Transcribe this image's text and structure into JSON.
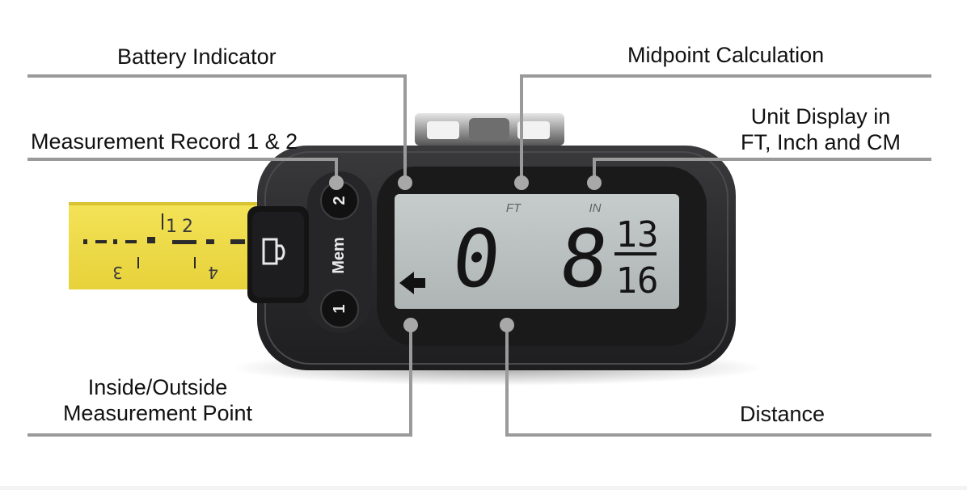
{
  "callouts": {
    "battery": "Battery Indicator",
    "midpoint": "Midpoint Calculation",
    "record": "Measurement Record 1 & 2",
    "unit_line1": "Unit Display in",
    "unit_line2": "FT, Inch and CM",
    "inside_line1": "Inside/Outside",
    "inside_line2": "Measurement Point",
    "distance": "Distance"
  },
  "device": {
    "button_top": "2",
    "button_mid": "Mem",
    "button_bottom": "1",
    "lcd_unit_ft": "FT",
    "lcd_unit_in": "IN",
    "lcd_feet": "0",
    "lcd_inches": "8",
    "lcd_fraction_num": "13",
    "lcd_fraction_den": "16",
    "lock_icon": "lock-icon",
    "arrow_icon": "arrow-left-icon"
  },
  "tape": {
    "marks": [
      "1",
      "2",
      "3",
      "4"
    ]
  },
  "colors": {
    "callout_line": "#9a9a9a",
    "callout_dot": "#a6a6a6",
    "device_body": "#2c2c2e",
    "lcd_bg": "#bcc3c2",
    "tape_yellow": "#f2df45"
  }
}
